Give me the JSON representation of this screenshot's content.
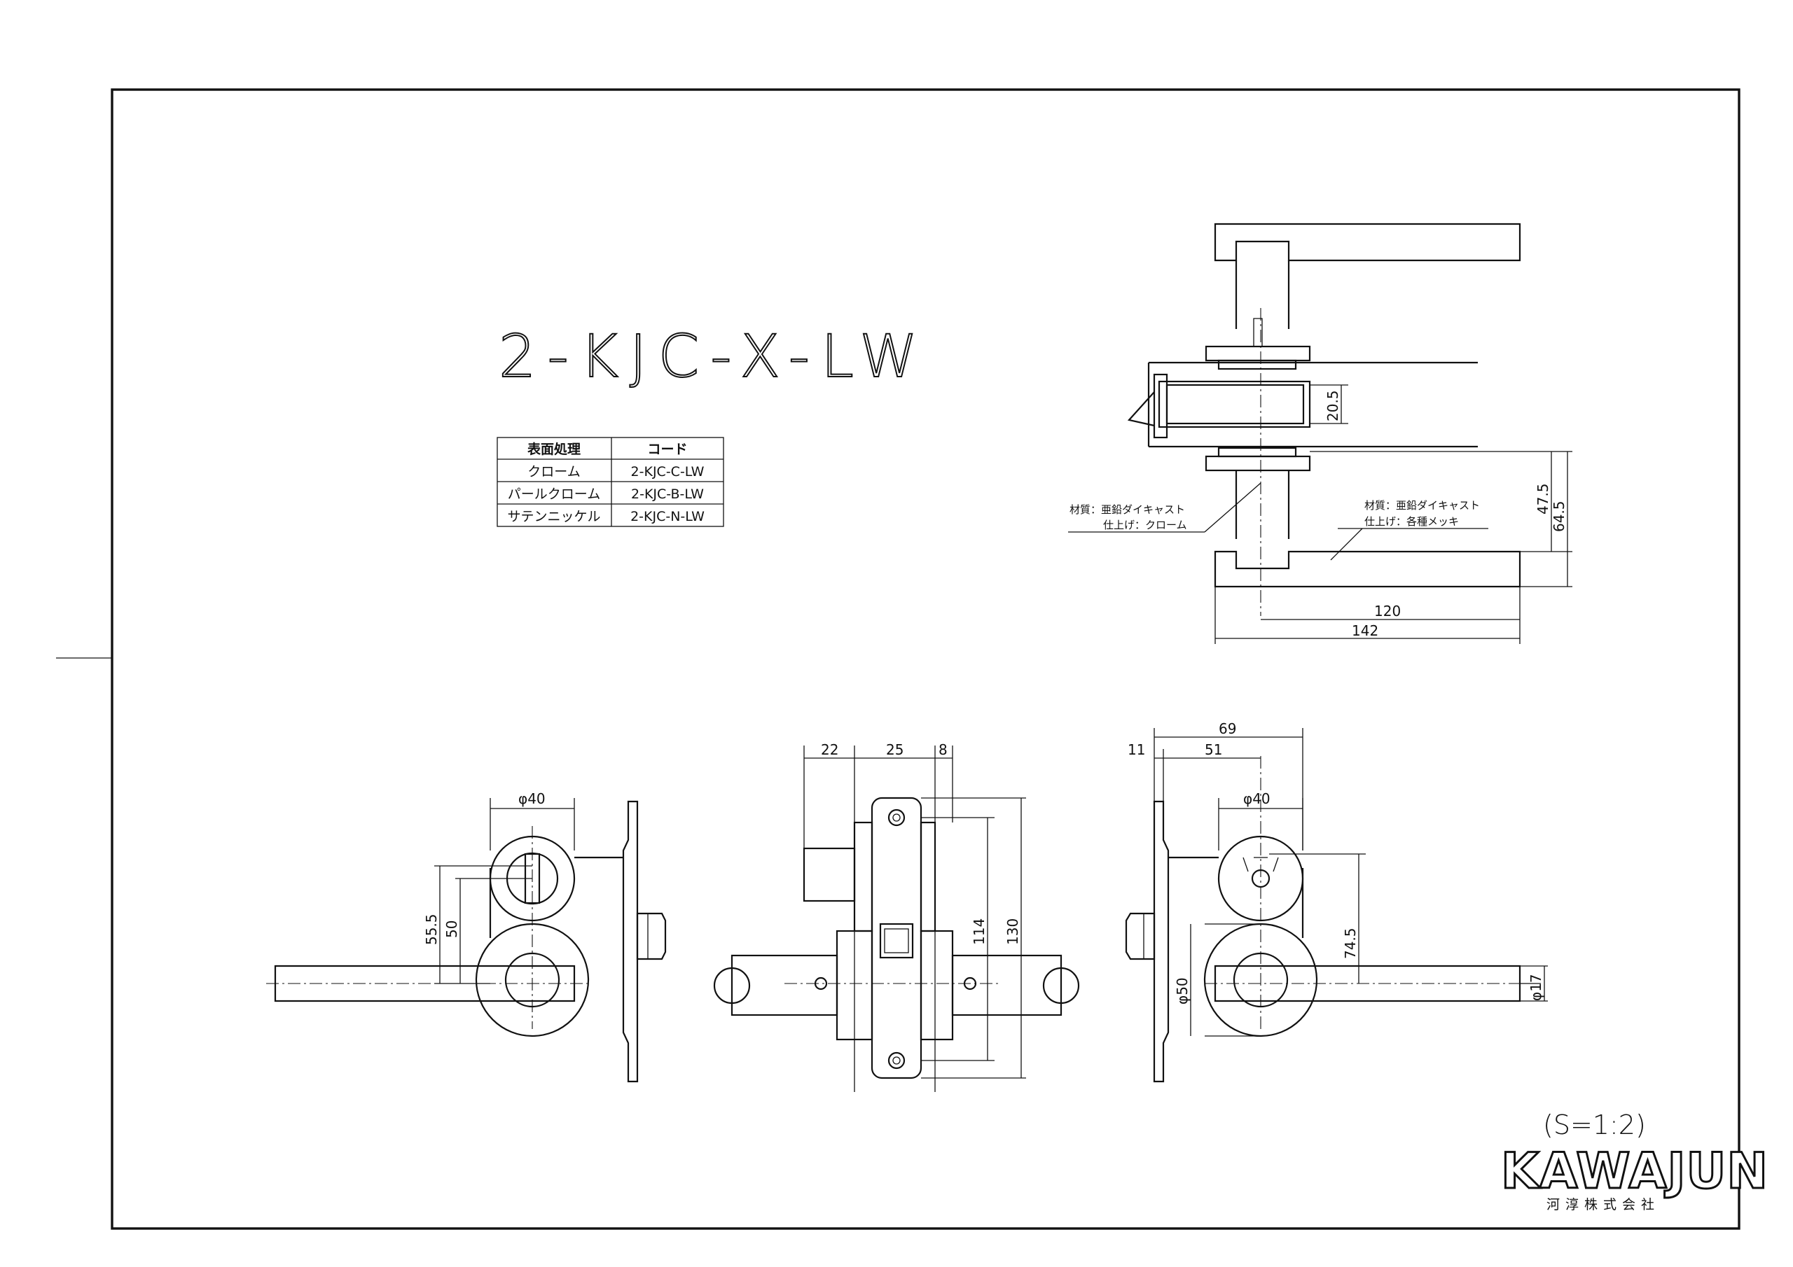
{
  "title": "2-KJC-X-LW",
  "finish_table": {
    "headers": [
      "表面処理",
      "コード"
    ],
    "rows": [
      {
        "finish": "クローム",
        "code": "2-KJC-C-LW"
      },
      {
        "finish": "パールクローム",
        "code": "2-KJC-B-LW"
      },
      {
        "finish": "サテンニッケル",
        "code": "2-KJC-N-LW"
      }
    ]
  },
  "notes": {
    "left_material": "材質：亜鉛ダイキャスト",
    "left_finish": "仕上げ：クローム",
    "right_material": "材質：亜鉛ダイキャスト",
    "right_finish": "仕上げ：各種メッキ"
  },
  "dimensions": {
    "top_20_5": "20.5",
    "top_47_5": "47.5",
    "top_64_5": "64.5",
    "top_120": "120",
    "top_142": "142",
    "left_phi40": "φ40",
    "left_55_5": "55.5",
    "left_50": "50",
    "mid_22": "22",
    "mid_25": "25",
    "mid_8": "8",
    "mid_114": "114",
    "mid_130": "130",
    "right_69": "69",
    "right_11": "11",
    "right_51": "51",
    "right_phi40": "φ40",
    "right_74_5": "74.5",
    "right_phi50": "φ50",
    "right_phi17": "φ17"
  },
  "scale": "(S=1:2)",
  "brand": "KAWAJUN",
  "company": "河淳株式会社"
}
